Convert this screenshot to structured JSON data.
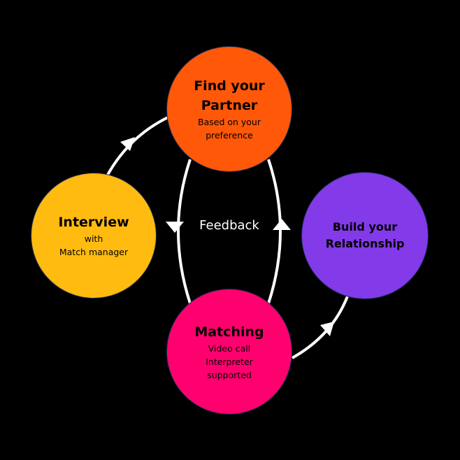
{
  "nodes": {
    "find": {
      "title": "Find your Partner",
      "subtitle": "Based on your preference",
      "color": "#FF5809"
    },
    "interview": {
      "title": "Interview",
      "subtitle_1": "with",
      "subtitle_2": "Match manager",
      "color": "#FFBB10"
    },
    "build": {
      "title_1": "Build your",
      "title_2": "Relationship",
      "color": "#833AE8"
    },
    "matching": {
      "title": "Matching",
      "subtitle_1": "Video call",
      "subtitle_2": "Interpreter",
      "subtitle_3": "supported",
      "color": "#FF006E"
    }
  },
  "feedback_label": "Feedback",
  "connector_color": "#FFFFFF",
  "background": "#000000"
}
